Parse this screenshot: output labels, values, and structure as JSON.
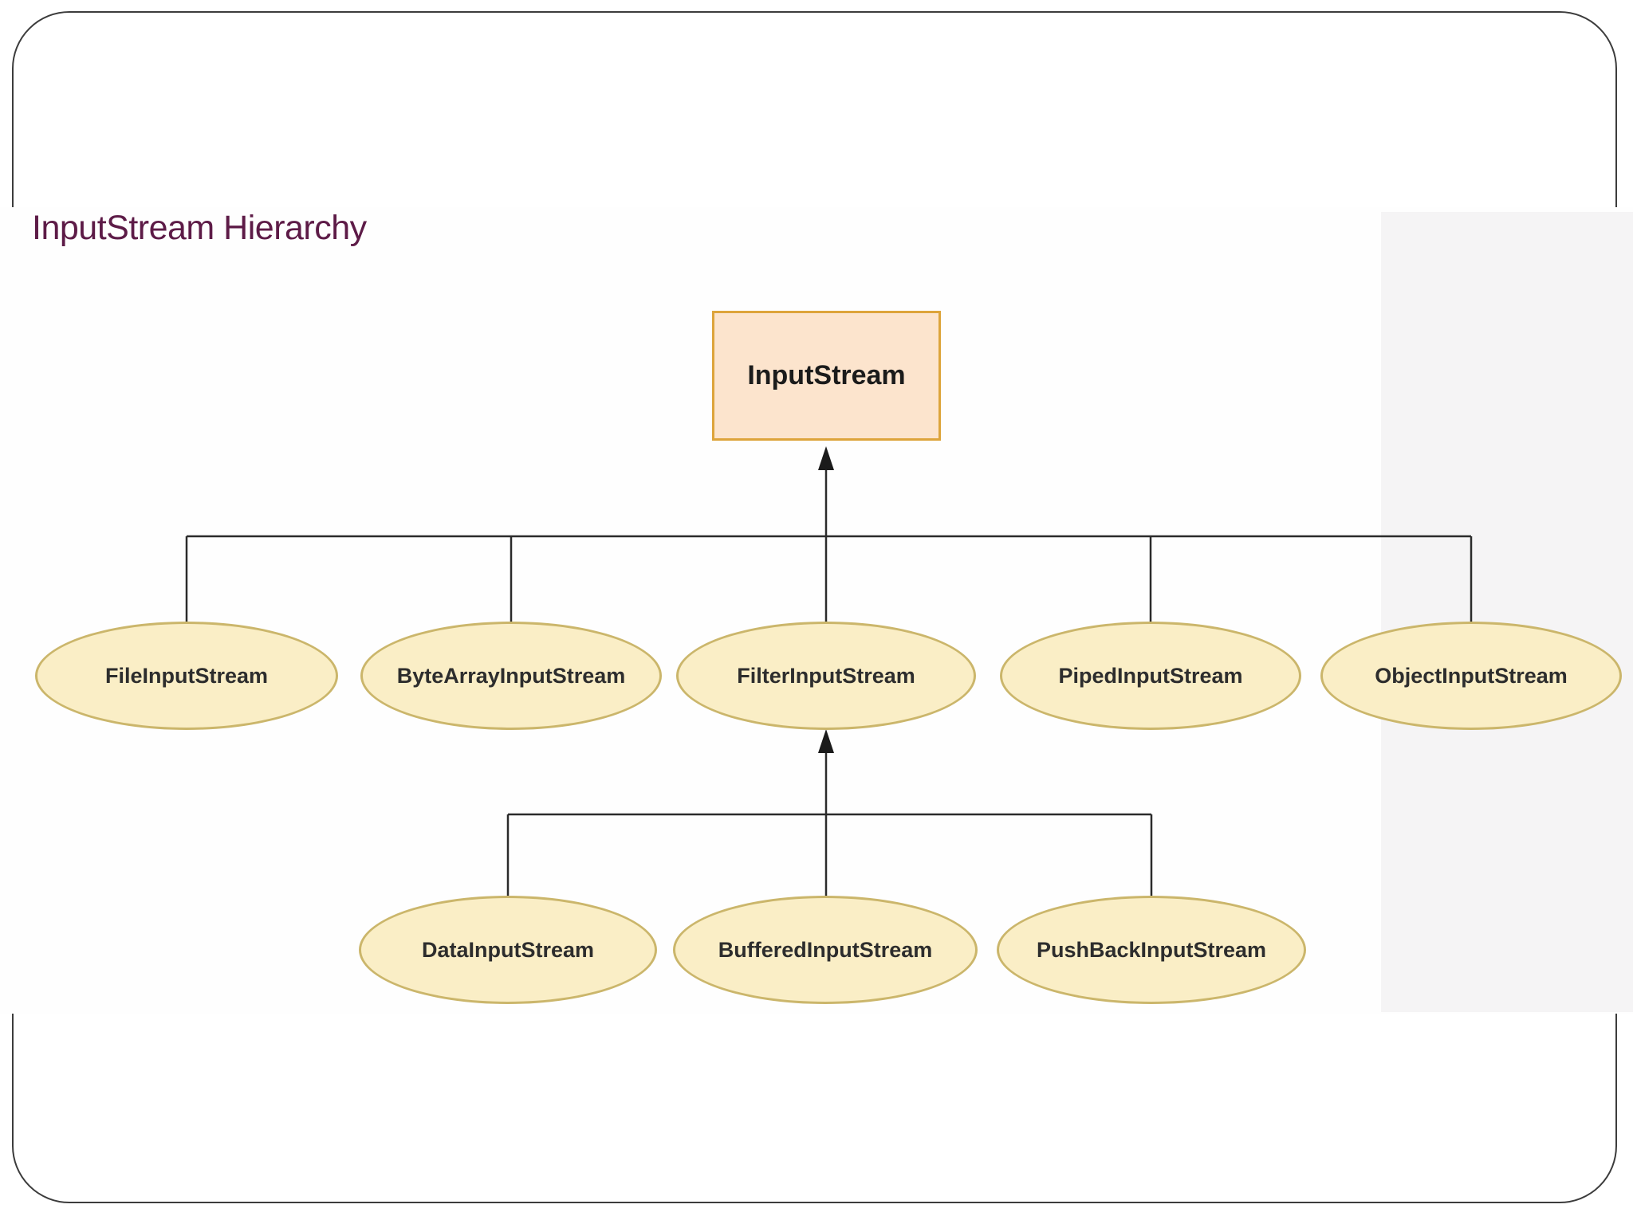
{
  "slide": {
    "title": "InputStream Hierarchy",
    "title_color": "#5d1b47",
    "border_color": "#3c3c3c",
    "right_band_color": "#f5f4f5"
  },
  "diagram": {
    "type": "class-hierarchy",
    "root": {
      "label": "InputStream",
      "shape": "rectangle",
      "fill": "#fce4cd",
      "border_color": "#dda43b"
    },
    "level1": [
      {
        "label": "FileInputStream",
        "parent": "InputStream"
      },
      {
        "label": "ByteArrayInputStream",
        "parent": "InputStream"
      },
      {
        "label": "FilterInputStream",
        "parent": "InputStream"
      },
      {
        "label": "PipedInputStream",
        "parent": "InputStream"
      },
      {
        "label": "ObjectInputStream",
        "parent": "InputStream"
      }
    ],
    "level2": [
      {
        "label": "DataInputStream",
        "parent": "FilterInputStream"
      },
      {
        "label": "BufferedInputStream",
        "parent": "FilterInputStream"
      },
      {
        "label": "PushBackInputStream",
        "parent": "FilterInputStream"
      }
    ],
    "ellipse_fill": "#faeec6",
    "ellipse_border_color": "#cbb66b",
    "connector_color": "#2b2b2b",
    "arrow_direction": "child-points-to-parent"
  }
}
